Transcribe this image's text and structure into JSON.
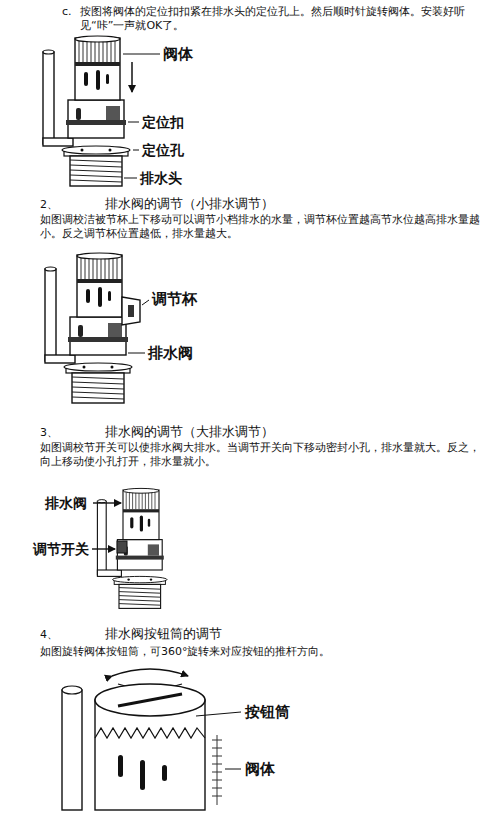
{
  "diagram": {
    "labels": [
      "c.",
      "按图将阀体的定位扣扣紧在排水头的定位孔上。然后顺时针旋转阀体。安装好听见“咔”一声就OK了。",
      "阀体",
      "定位扣",
      "定位孔",
      "排水头",
      "2、",
      "排水阀的调节（小排水调节）",
      "如图调校洁被节杯上下移动可以调节小档排水的水量，调节杯位置越高节水位越高排水量越小。反之调节杯位置越低，排水量越大。",
      "调节杯",
      "排水阀",
      "3、",
      "排水阀的调节（大排水调节）",
      "如图调校节开关可以使排水阀大排水。当调节开关向下移动密封小孔，排水量就大。反之，向上移动使小孔打开，排水量就小。",
      "排水阀",
      "调节开关",
      "4、",
      "排水阀按钮筒的调节",
      "如图旋转阀体按钮筒，可360°旋转来对应按钮的推杆方向。",
      "按钮筒",
      "阀体"
    ]
  }
}
